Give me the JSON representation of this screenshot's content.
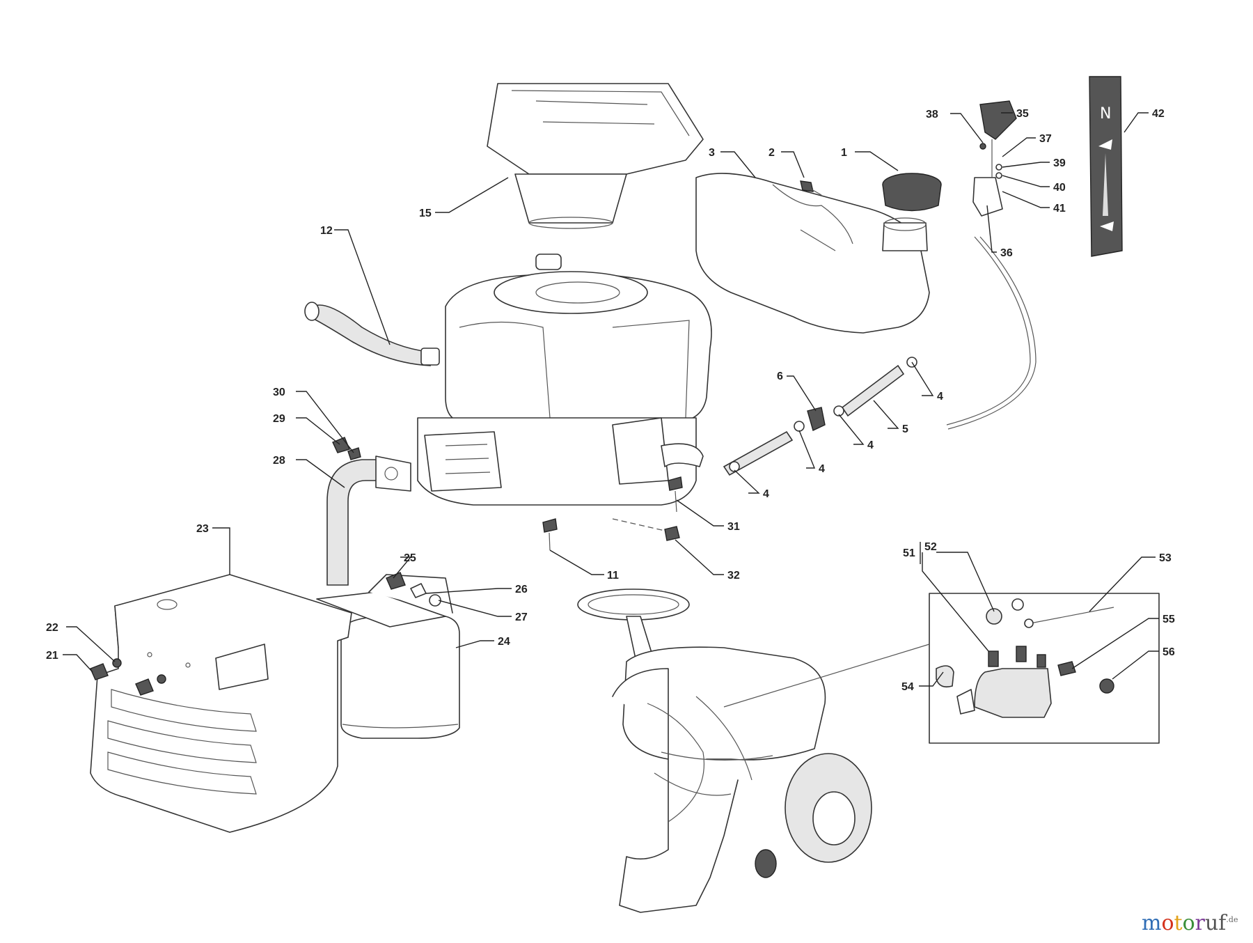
{
  "callouts": [
    {
      "id": "c1",
      "label": "1"
    },
    {
      "id": "c2",
      "label": "2"
    },
    {
      "id": "c3",
      "label": "3"
    },
    {
      "id": "c4a",
      "label": "4"
    },
    {
      "id": "c4b",
      "label": "4"
    },
    {
      "id": "c4c",
      "label": "4"
    },
    {
      "id": "c4d",
      "label": "4"
    },
    {
      "id": "c5",
      "label": "5"
    },
    {
      "id": "c6",
      "label": "6"
    },
    {
      "id": "c11",
      "label": "11"
    },
    {
      "id": "c12",
      "label": "12"
    },
    {
      "id": "c15",
      "label": "15"
    },
    {
      "id": "c21",
      "label": "21"
    },
    {
      "id": "c22",
      "label": "22"
    },
    {
      "id": "c23",
      "label": "23"
    },
    {
      "id": "c24",
      "label": "24"
    },
    {
      "id": "c25",
      "label": "25"
    },
    {
      "id": "c26",
      "label": "26"
    },
    {
      "id": "c27",
      "label": "27"
    },
    {
      "id": "c28",
      "label": "28"
    },
    {
      "id": "c29",
      "label": "29"
    },
    {
      "id": "c30",
      "label": "30"
    },
    {
      "id": "c31",
      "label": "31"
    },
    {
      "id": "c32",
      "label": "32"
    },
    {
      "id": "c35",
      "label": "35"
    },
    {
      "id": "c36",
      "label": "36"
    },
    {
      "id": "c37",
      "label": "37"
    },
    {
      "id": "c38",
      "label": "38"
    },
    {
      "id": "c39",
      "label": "39"
    },
    {
      "id": "c40",
      "label": "40"
    },
    {
      "id": "c41",
      "label": "41"
    },
    {
      "id": "c42",
      "label": "42"
    },
    {
      "id": "c51",
      "label": "51"
    },
    {
      "id": "c52",
      "label": "52"
    },
    {
      "id": "c53",
      "label": "53"
    },
    {
      "id": "c54",
      "label": "54"
    },
    {
      "id": "c55",
      "label": "55"
    },
    {
      "id": "c56",
      "label": "56"
    }
  ],
  "watermark": {
    "p1": "m",
    "p2": "o",
    "p3": "t",
    "p4": "o",
    "p5": "r",
    "p6": "uf",
    "suffix": ".de"
  },
  "icons": [
    "throttle-plate-icon",
    "neutral-symbol-icon",
    "hare-icon",
    "turtle-icon"
  ]
}
